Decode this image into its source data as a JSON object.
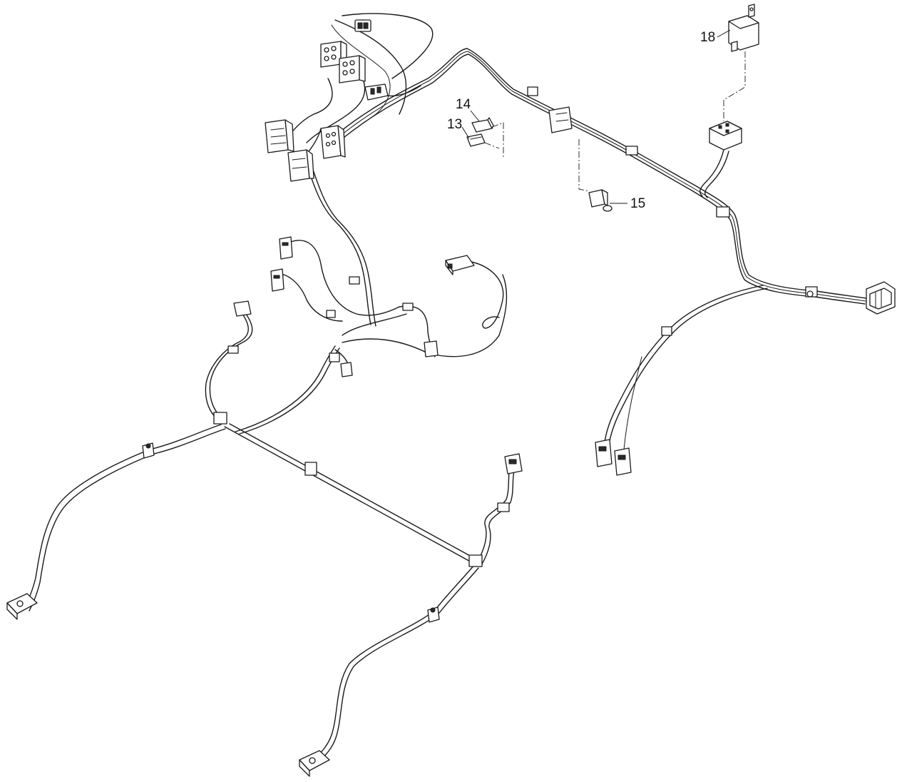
{
  "callouts": {
    "c13": "13",
    "c14": "14",
    "c15": "15",
    "c18": "18"
  },
  "colors": {
    "line": "#1a1a1a",
    "background": "#ffffff"
  }
}
